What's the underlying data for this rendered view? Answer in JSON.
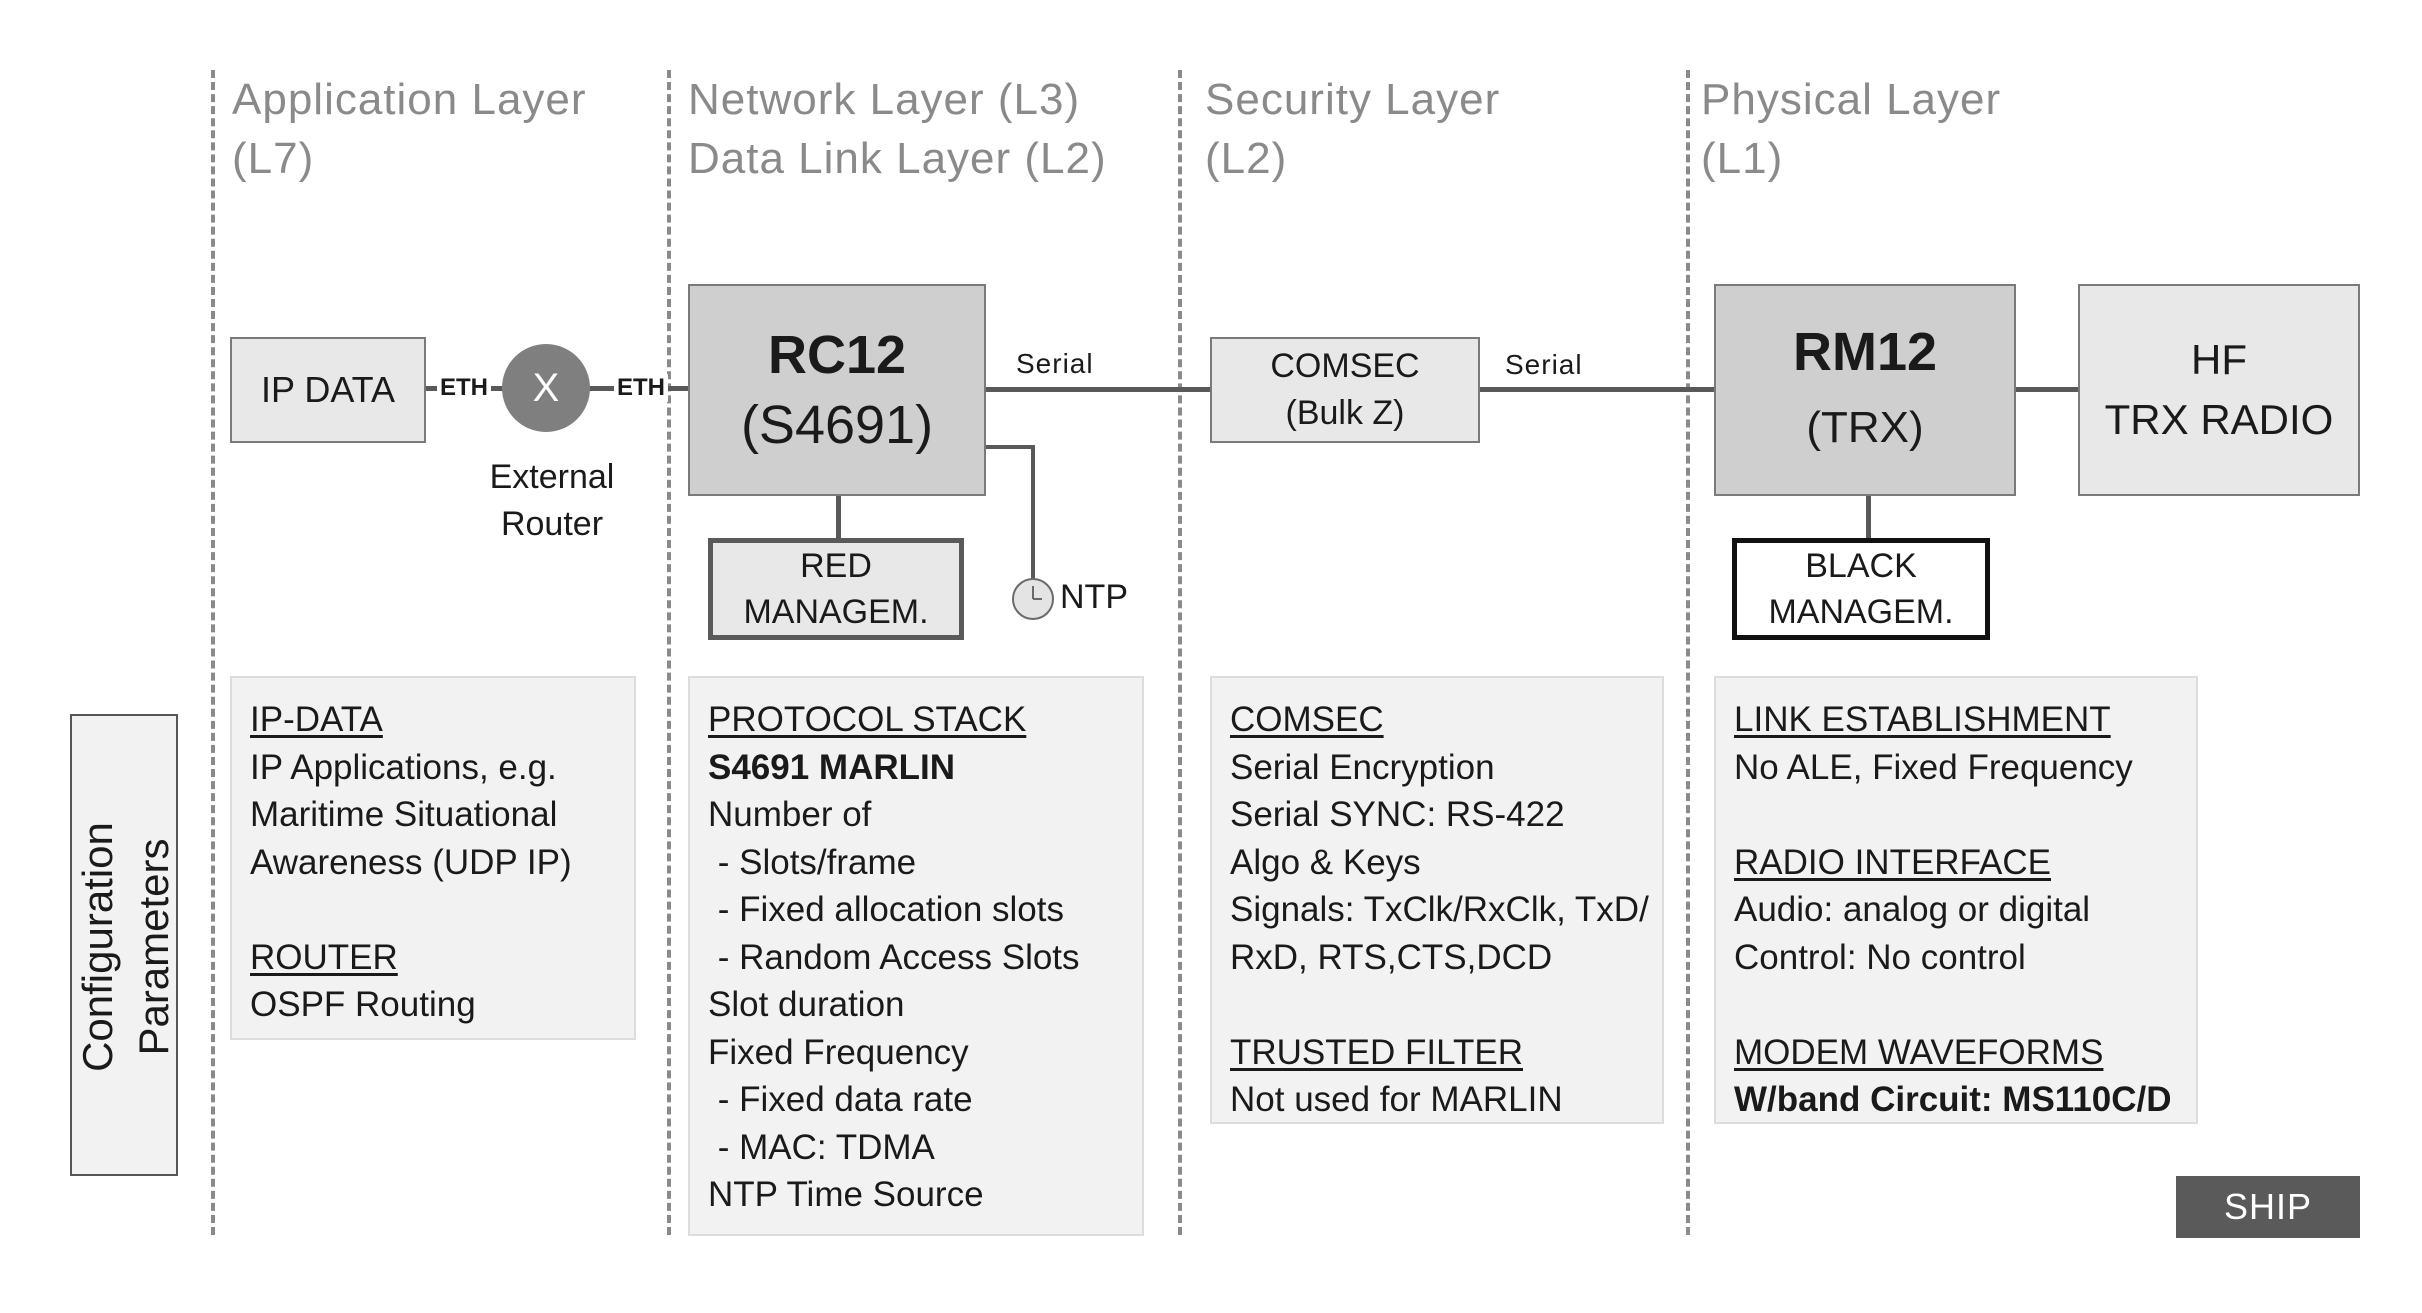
{
  "layers": [
    {
      "line1": "Application Layer",
      "line2": "(L7)"
    },
    {
      "line1": "Network Layer (L3)",
      "line2": "Data Link Layer (L2)"
    },
    {
      "line1": "Security Layer",
      "line2": "(L2)"
    },
    {
      "line1": "Physical Layer",
      "line2": "(L1)"
    }
  ],
  "nodes": {
    "ip_data": "IP DATA",
    "eth_left": "ETH",
    "router_symbol": "X",
    "eth_right": "ETH",
    "router_label": [
      "External",
      "Router"
    ],
    "rc12": [
      "RC12",
      "(S4691)"
    ],
    "serial_1": "Serial",
    "comsec": [
      "COMSEC",
      "(Bulk Z)"
    ],
    "serial_2": "Serial",
    "rm12": [
      "RM12",
      "(TRX)"
    ],
    "hf_radio": [
      "HF",
      "TRX RADIO"
    ],
    "red_mgmt": [
      "RED",
      "MANAGEM."
    ],
    "ntp": "NTP",
    "black_mgmt": [
      "BLACK",
      "MANAGEM."
    ]
  },
  "config_label": [
    "Configuration",
    "Parameters"
  ],
  "panels": [
    {
      "lines": [
        {
          "text": "IP-DATA",
          "style": "u"
        },
        {
          "text": "IP Applications, e.g.",
          "style": ""
        },
        {
          "text": "Maritime Situational",
          "style": ""
        },
        {
          "text": "Awareness (UDP IP)",
          "style": ""
        },
        {
          "text": "",
          "style": ""
        },
        {
          "text": "ROUTER",
          "style": "u"
        },
        {
          "text": "OSPF Routing",
          "style": ""
        }
      ]
    },
    {
      "lines": [
        {
          "text": "PROTOCOL STACK",
          "style": "u"
        },
        {
          "text": "S4691 MARLIN",
          "style": "b"
        },
        {
          "text": "Number of",
          "style": ""
        },
        {
          "text": " - Slots/frame",
          "style": ""
        },
        {
          "text": " - Fixed allocation slots",
          "style": ""
        },
        {
          "text": " - Random Access Slots",
          "style": ""
        },
        {
          "text": "Slot duration",
          "style": ""
        },
        {
          "text": "Fixed Frequency",
          "style": ""
        },
        {
          "text": " - Fixed data rate",
          "style": ""
        },
        {
          "text": " - MAC: TDMA",
          "style": ""
        },
        {
          "text": "NTP Time Source",
          "style": ""
        }
      ]
    },
    {
      "lines": [
        {
          "text": "COMSEC",
          "style": "u"
        },
        {
          "text": "Serial Encryption",
          "style": ""
        },
        {
          "text": "Serial SYNC: RS-422",
          "style": ""
        },
        {
          "text": "Algo & Keys",
          "style": ""
        },
        {
          "text": "Signals: TxClk/RxClk, TxD/",
          "style": ""
        },
        {
          "text": "RxD, RTS,CTS,DCD",
          "style": ""
        },
        {
          "text": "",
          "style": ""
        },
        {
          "text": "TRUSTED FILTER",
          "style": "u"
        },
        {
          "text": "Not used for MARLIN",
          "style": ""
        }
      ]
    },
    {
      "lines": [
        {
          "text": "LINK ESTABLISHMENT",
          "style": "u"
        },
        {
          "text": "No ALE, Fixed Frequency",
          "style": ""
        },
        {
          "text": "",
          "style": ""
        },
        {
          "text": "RADIO INTERFACE",
          "style": "u"
        },
        {
          "text": "Audio: analog or digital",
          "style": ""
        },
        {
          "text": "Control: No control",
          "style": ""
        },
        {
          "text": "",
          "style": ""
        },
        {
          "text": "MODEM WAVEFORMS",
          "style": "u"
        },
        {
          "text": "W/band Circuit: MS110C/D",
          "style": "b"
        }
      ]
    }
  ],
  "ship_badge": "SHIP"
}
